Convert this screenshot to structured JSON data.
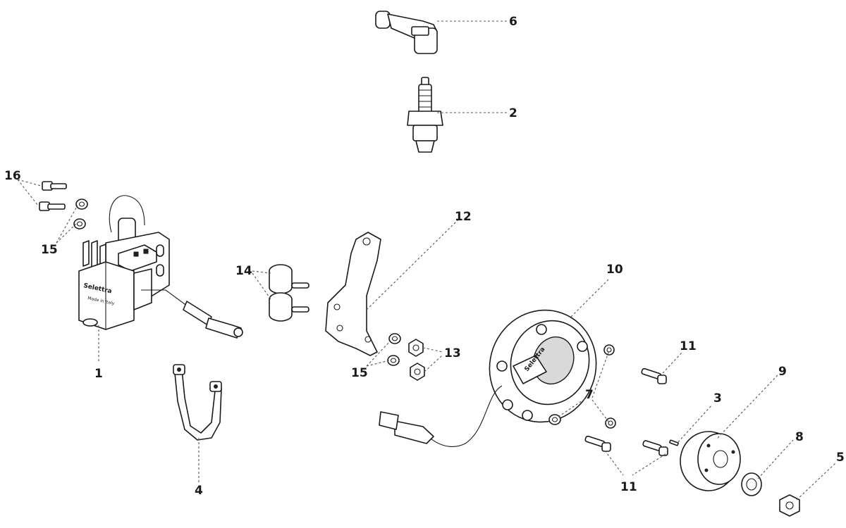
{
  "diagram": {
    "callouts": {
      "c1": "1",
      "c2": "2",
      "c3": "3",
      "c4": "4",
      "c5": "5",
      "c6": "6",
      "c7": "7",
      "c8": "8",
      "c9": "9",
      "c10": "10",
      "c11a": "11",
      "c11b": "11",
      "c12": "12",
      "c13": "13",
      "c14": "14",
      "c15a": "15",
      "c15b": "15",
      "c16": "16"
    },
    "coil_brand": "Selettra",
    "coil_made_in": "Made in Italy",
    "stator_brand": "Selettra"
  }
}
